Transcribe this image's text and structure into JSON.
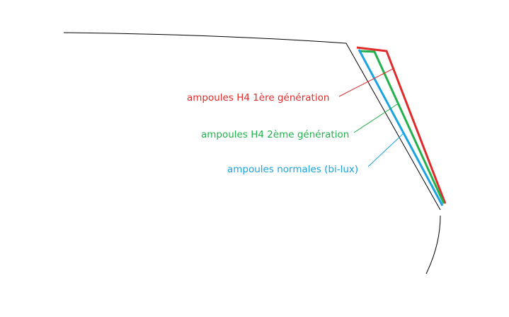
{
  "labels": {
    "h4_gen1": "ampoules H4 1ère génération",
    "h4_gen2": "ampoules H4 2ème génération",
    "normal": "ampoules normales (bi-lux)"
  },
  "colors": {
    "h4_gen1": "#e02b2b",
    "h4_gen2": "#22b14c",
    "normal": "#1aa3e0",
    "outline": "#000000"
  }
}
